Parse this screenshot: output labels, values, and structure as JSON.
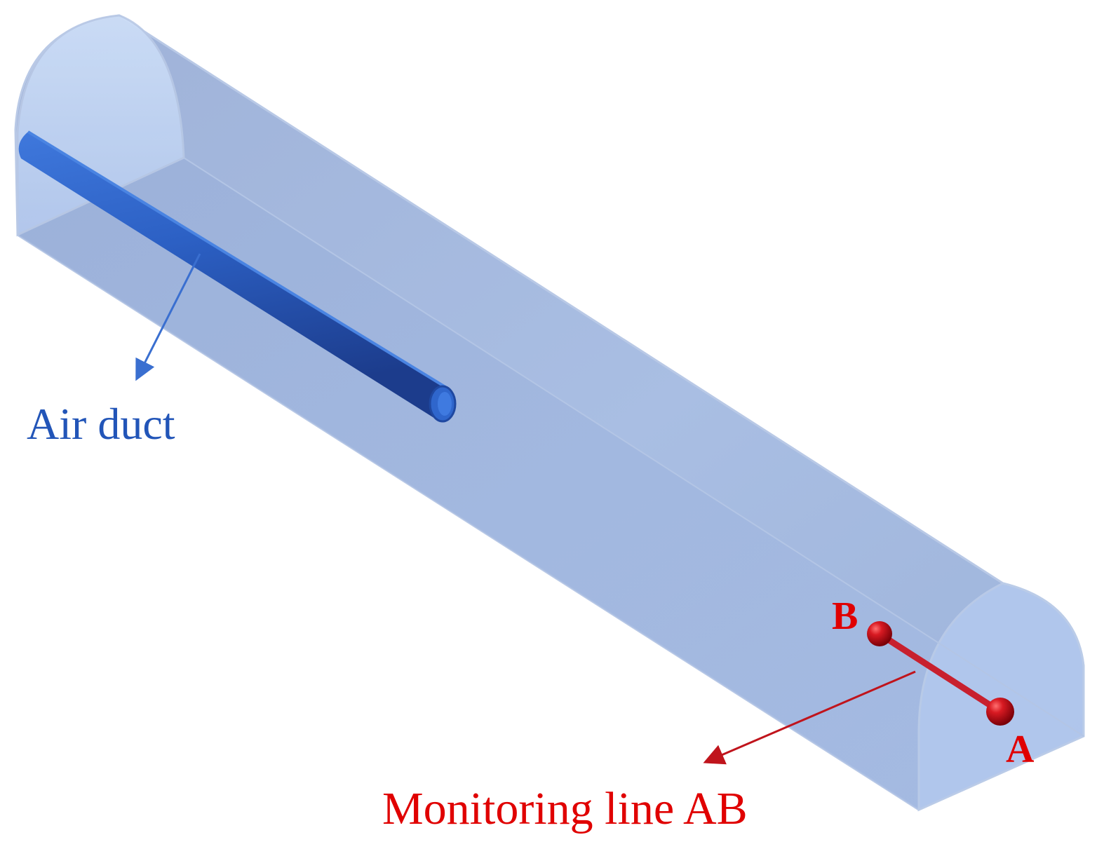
{
  "labels": {
    "air_duct": "Air duct",
    "monitoring_line": "Monitoring line AB",
    "point_a": "A",
    "point_b": "B"
  },
  "colors": {
    "tunnel_fill": "#a2b8da",
    "tunnel_end": "#bcd3f5",
    "tunnel_edge": "#b7c8e4",
    "duct": "#2f64c8",
    "duct_shadow": "#1f3f8f",
    "duct_label": "#2255b8",
    "monitor": "#e00000",
    "monitor_line": "#c8202e",
    "sphere": "#c80f18"
  },
  "icons": {
    "duct_arrow": "arrow-down-left-icon",
    "monitor_arrow": "arrow-down-left-icon"
  }
}
